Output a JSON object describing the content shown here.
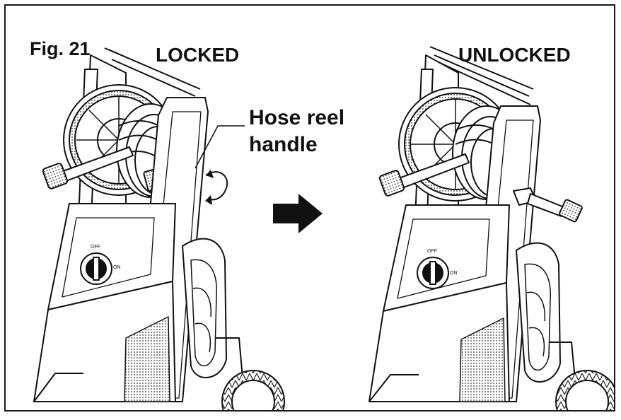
{
  "figure": {
    "number_label": "Fig. 21",
    "locked_label": "LOCKED",
    "unlocked_label": "UNLOCKED",
    "callout_line1": "Hose reel",
    "callout_line2": "handle"
  },
  "icons": {
    "arrow": "right-arrow-icon",
    "rotate": "rotate-arrow-icon"
  },
  "colors": {
    "ink": "#111111",
    "background": "#ffffff"
  }
}
